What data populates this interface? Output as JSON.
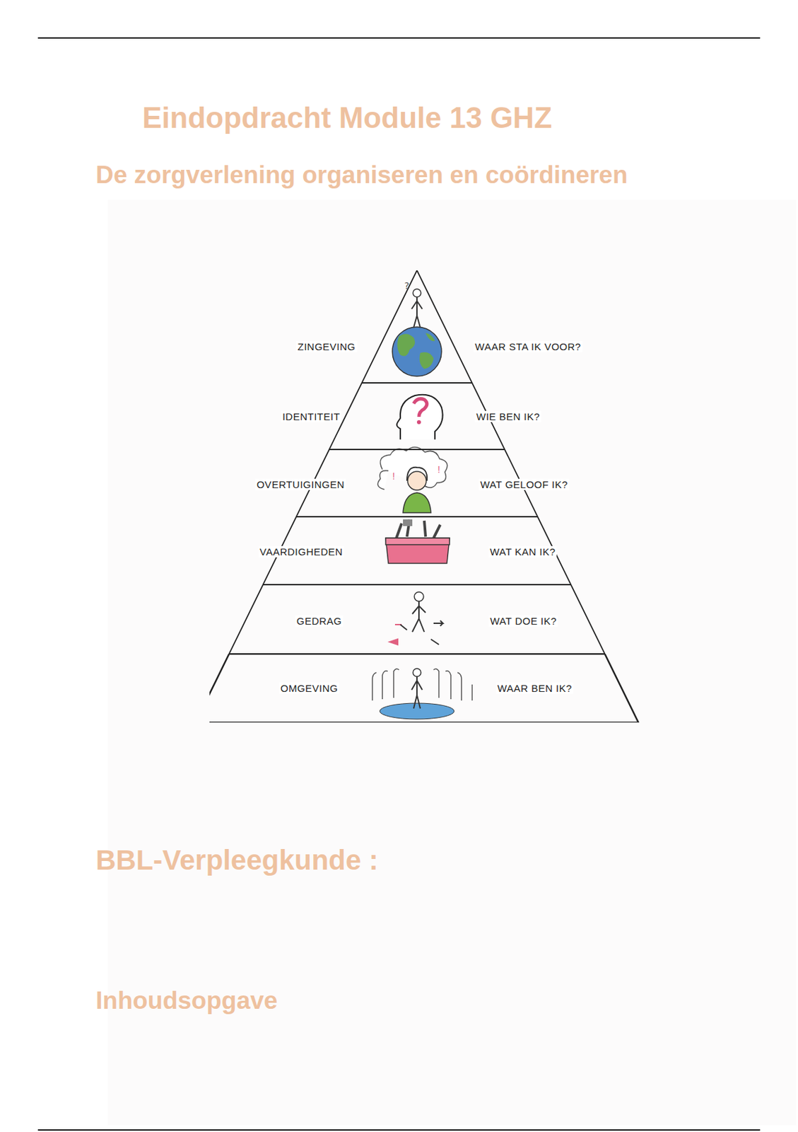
{
  "diagram": {
    "title": "Eindopdracht Module 13 GHZ",
    "nodes": [
      {
        "text": [
          "ZINGEVING",
          "WAAR STA IK VOOR?"
        ]
      },
      {
        "text": [
          "IDENTITEIT",
          "WIE BEN IK?"
        ]
      },
      {
        "text": [
          "OVERTUIGINGEN",
          "WAT GELOOF IK?"
        ]
      },
      {
        "text": [
          "VAARDIGHEDEN",
          "WAT KAN IK?"
        ]
      },
      {
        "text": [
          "GEDRAG",
          "WAT DOE IK?"
        ]
      },
      {
        "text": [
          "OMGEVING",
          "WAAR BEN IK?"
        ]
      }
    ],
    "labels": [
      "De zorgverlening organiseren en coördineren",
      "BBL-Verpleegkunde :",
      "Inhoudsopgave"
    ]
  }
}
